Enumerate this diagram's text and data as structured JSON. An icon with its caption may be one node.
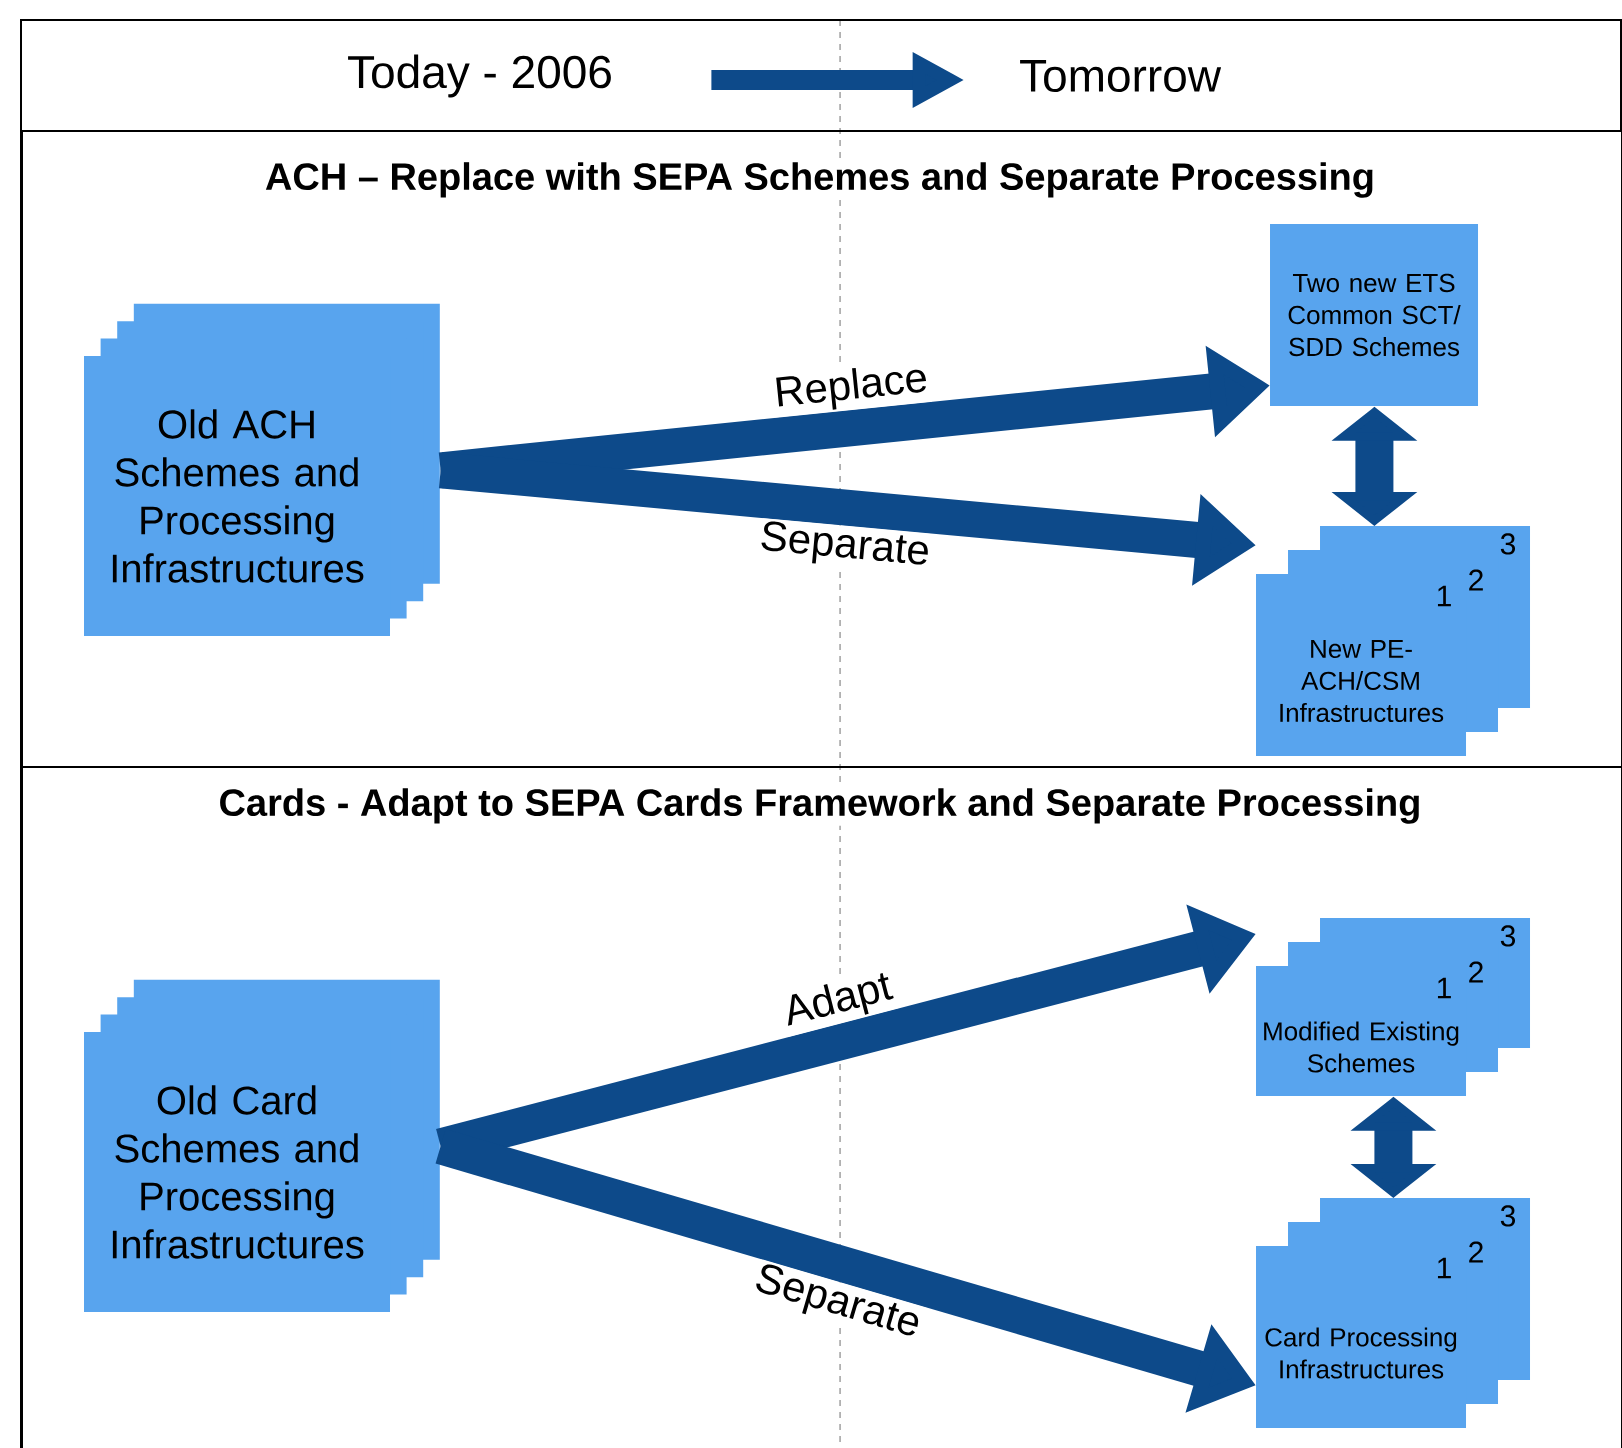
{
  "diagram": {
    "nodes": [
      {
        "text": [
          "Today - 2006"
        ]
      },
      {
        "text": [
          "Tomorrow"
        ]
      },
      {
        "text": [
          "ACH – Replace with SEPA Schemes and Separate Processing"
        ]
      },
      {
        "text": [
          "Old ACH Schemes and Processing Infrastructures"
        ],
        "in": 2
      },
      {
        "text": [
          "Two new ETS Common SCT/ SDD Schemes"
        ],
        "in": 2
      },
      {
        "text": [
          "1",
          "2",
          "3",
          "New PE-ACH/CSM Infrastructures"
        ],
        "in": 2
      },
      {
        "text": [
          "Cards - Adapt to SEPA Cards Framework and Separate Processing"
        ]
      },
      {
        "text": [
          "Old Card Schemes and Processing Infrastructures"
        ],
        "in": 6
      },
      {
        "text": [
          "1",
          "2",
          "3",
          "Modified Existing Schemes"
        ],
        "in": 6
      },
      {
        "text": [
          "1",
          "2",
          "3",
          "Card Processing Infrastructures"
        ],
        "in": 6
      }
    ],
    "edges": [
      {
        "from": 0,
        "to": 1,
        "arrow": "to"
      },
      {
        "from": 3,
        "to": 4,
        "arrow": "to",
        "label": "Replace"
      },
      {
        "from": 3,
        "to": 5,
        "arrow": "to",
        "label": "Separate"
      },
      {
        "from": 4,
        "to": 5,
        "arrow": "both"
      },
      {
        "from": 7,
        "to": 8,
        "arrow": "to",
        "label": "Adapt"
      },
      {
        "from": 7,
        "to": 9,
        "arrow": "to",
        "label": "Separate"
      },
      {
        "from": 8,
        "to": 9,
        "arrow": "both"
      }
    ]
  }
}
